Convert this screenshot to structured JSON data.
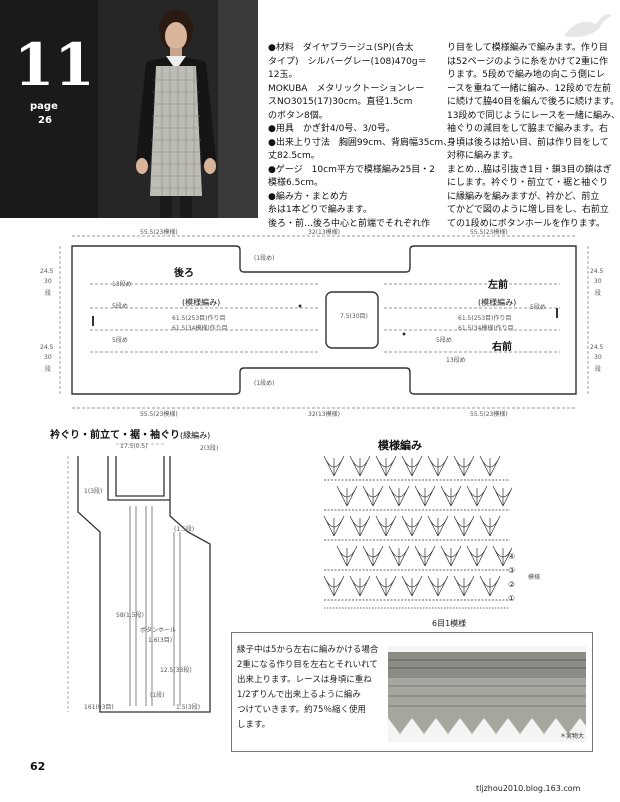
{
  "header": {
    "issue_number": "11",
    "page_label": "page",
    "page_ref": "26"
  },
  "instructions": {
    "left_lines": [
      "●材料　ダイヤブラージュ(SP)(合太",
      "タイプ)　シルバーグレー(108)470g＝",
      "12玉。",
      "MOKUBA　メタリックトーションレー",
      "スNO3015(17)30cm。直径1.5cm",
      "のボタン8個。",
      "●用具　かぎ針4/0号、3/0号。",
      "●出来上り寸法　胸囲99cm、背肩幅35cm、",
      "丈82.5cm。",
      "●ゲージ　10cm平方で模様編み25目・2",
      "模様6.5cm。",
      "●編み方・まとめ方",
      "糸は1本どりで編みます。",
      "後ろ・前…後ろ中心と前端でそれぞれ作"
    ],
    "right_lines": [
      "り目をして模様編みで編みます。作り目",
      "は52ページのように糸をかけて2重に作",
      "ります。5段めで編み地の向こう側にレ",
      "ースを重ねて一緒に編み、12段めで左前",
      "に続けて脇40目を編んで後ろに続けます。",
      "13段めで同じようにレースを一緒に編み、",
      "袖ぐりの減目をして脇まで編みます。右",
      "身頃は後ろは拾い目、前は作り目をして",
      "対称に編みます。",
      "まとめ…脇は引抜き1目・鎖3目の鎖はぎ",
      "にします。衿ぐり・前立て・裾と袖ぐり",
      "に縁編みを編みますが、衿かど、前立",
      "てかどで図のように増し目をし、右前立",
      "ての1段めにボタンホールを作ります。"
    ]
  },
  "schematic": {
    "back_label": "後ろ",
    "left_front_label": "左前",
    "right_front_label": "右前",
    "pattern_label_left": "(模様編み)",
    "pattern_label_right": "(模様編み)",
    "top_dims": [
      "55.5(23模様)",
      "32(13模様)",
      "55.5(23模様)"
    ],
    "bottom_dims": [
      "55.5(23模様)",
      "32(13模様)",
      "55.5(23模様)"
    ],
    "side_dims_left": [
      "24.5",
      "30",
      "段",
      "24.5",
      "30",
      "段"
    ],
    "side_dims_right": [
      "24.5",
      "30",
      "段",
      "24.5",
      "30",
      "段"
    ],
    "row_notes": [
      "13段め",
      "5段め",
      "5段め",
      "13段め",
      "5段め",
      "5段め"
    ],
    "cast_on_notes": [
      "61.5(253目)作り目",
      "61.5(34模様)作り目",
      "61.5(253目)作り目",
      "61.5(34模様)作り目"
    ],
    "center_note": "7.5(30目)",
    "armhole_note_top": "(1段め)",
    "armhole_note_bottom": "(1段め)"
  },
  "edging": {
    "title": "衿ぐり・前立て・裾・袖ぐり",
    "title_sub": "(縁編み)",
    "labels": [
      "17.5(0.5)",
      "2(3段)",
      "1(3段)",
      "(1.5段)",
      "58(1.5段)",
      "ボタンホール",
      "1.6(3目)",
      "12.5(33段)",
      "(1段)",
      "161(93目)",
      "1.5(3段)"
    ]
  },
  "pattern_chart": {
    "title": "模様編み",
    "row_markers": [
      "④",
      "③",
      "②",
      "①"
    ],
    "repeat_label": "模様",
    "stitch_label": "6目1模様"
  },
  "notes": {
    "lines": [
      "縁子中は5から左右に編みかける場合",
      "2重になる作り目を左右とそれいれて",
      "出来上ります。レースは身頃に重ね",
      "1/2ずりんで出来上るように編み",
      "つけていきます。約75％縮く使用",
      "します。"
    ],
    "swatch_credit": "＊実物大"
  },
  "footer": {
    "page_number": "62",
    "watermark": "tljzhou2010.blog.163.com"
  }
}
